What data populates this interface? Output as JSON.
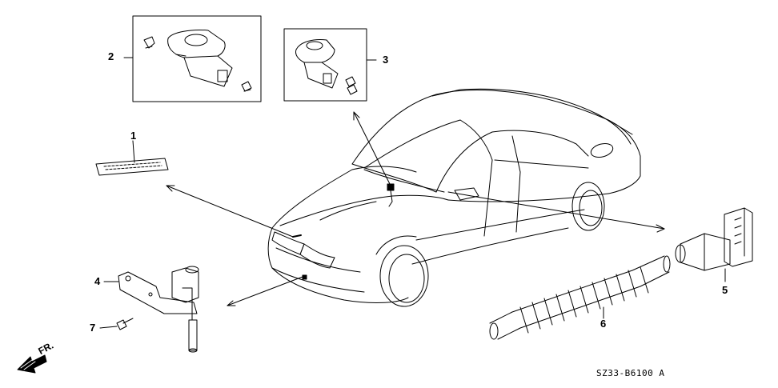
{
  "callouts": {
    "c1": "1",
    "c2": "2",
    "c3": "3",
    "c4": "4",
    "c5": "5",
    "c6": "6",
    "c7": "7"
  },
  "direction_label": "FR.",
  "diagram_code": "SZ33-B6100 A",
  "colors": {
    "line": "#000000",
    "background": "#ffffff"
  }
}
